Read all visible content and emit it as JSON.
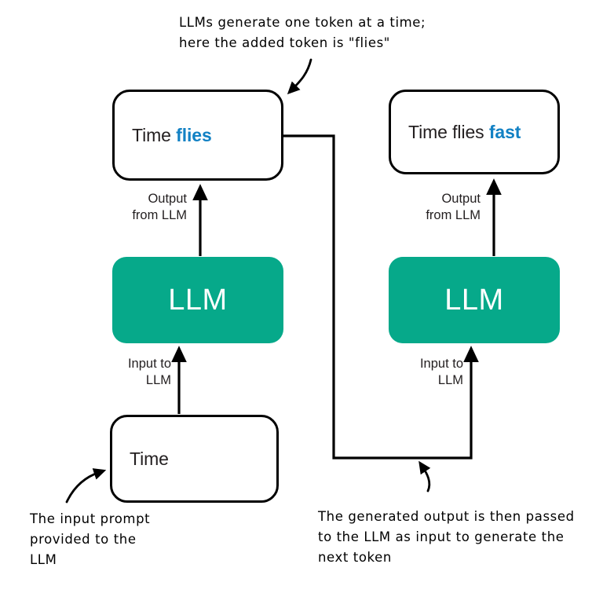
{
  "diagram": {
    "title_annotation": "LLMs generate one token at a time;\nhere the added token is \"flies\"",
    "accent_blue": "#1281c4",
    "llm_fill": "#06a98a",
    "stroke": "#000000",
    "text_color": "#231f20",
    "background": "#ffffff"
  },
  "steps": [
    {
      "id": "step-1",
      "prompt_box": {
        "label": "Time",
        "prefix": "Time",
        "highlight": ""
      },
      "model_box": {
        "label": "LLM"
      },
      "output_box": {
        "label": "Time flies",
        "prefix": "Time",
        "highlight": "flies"
      },
      "input_edge_label": "Input to\nLLM",
      "output_edge_label": "Output\nfrom LLM"
    },
    {
      "id": "step-2",
      "model_box": {
        "label": "LLM"
      },
      "output_box": {
        "label": "Time flies fast",
        "prefix": "Time flies",
        "highlight": "fast"
      },
      "input_edge_label": "Input to\nLLM",
      "output_edge_label": "Output\nfrom LLM"
    }
  ],
  "annotations": {
    "top": "LLMs generate one token at a time;\nhere the added token is \"flies\"",
    "bottom_left": "The input prompt\nprovided to the\nLLM",
    "bottom_right": "The generated output is then passed\nto the LLM as input to generate the\nnext token"
  },
  "edges": [
    {
      "name": "prompt-to-llm-left",
      "label": "Input to\nLLM"
    },
    {
      "name": "llm-to-output-left",
      "label": "Output\nfrom LLM"
    },
    {
      "name": "feedback-loop",
      "label": ""
    },
    {
      "name": "feedback-to-llm-right",
      "label": "Input to\nLLM"
    },
    {
      "name": "llm-to-output-right",
      "label": "Output\nfrom LLM"
    }
  ]
}
